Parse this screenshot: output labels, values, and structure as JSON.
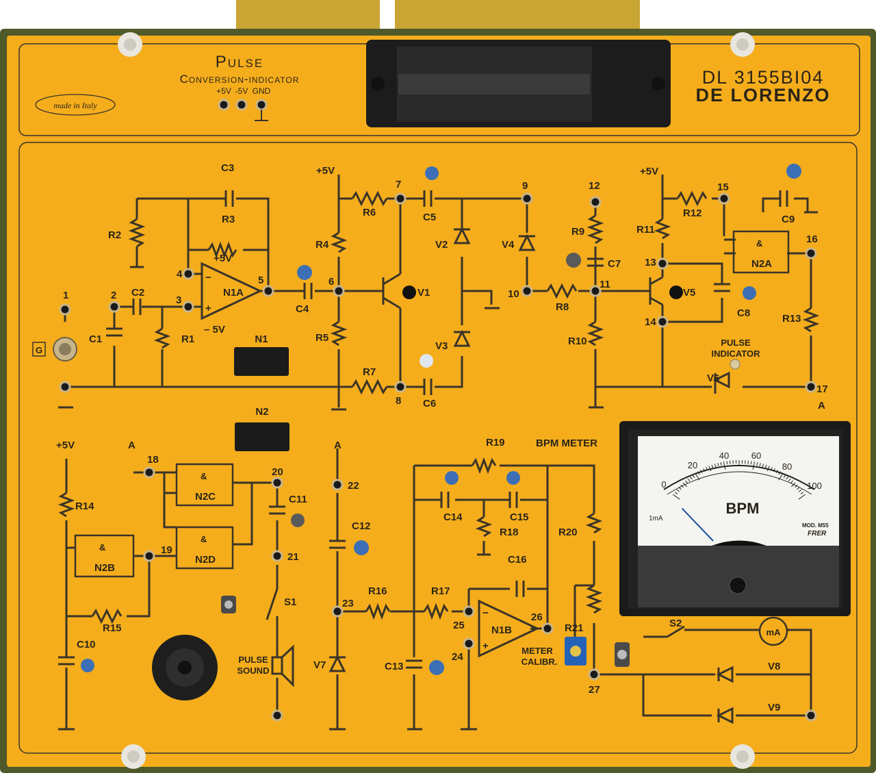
{
  "header": {
    "title": "Pulse",
    "subtitle": "Conversion-indicator",
    "origin": "made in Italy",
    "model": "DL 3155BI04",
    "brand": "DE LORENZO",
    "supply_labels": [
      "+5V",
      "-5V",
      "GND"
    ]
  },
  "input": {
    "generator_label": "G"
  },
  "nodes": [
    "1",
    "2",
    "3",
    "4",
    "5",
    "6",
    "7",
    "8",
    "9",
    "10",
    "11",
    "12",
    "13",
    "14",
    "15",
    "16",
    "17",
    "18",
    "19",
    "20",
    "21",
    "22",
    "23",
    "24",
    "25",
    "26",
    "27"
  ],
  "components": {
    "resistors": [
      "R1",
      "R2",
      "R3",
      "R4",
      "R5",
      "R6",
      "R7",
      "R8",
      "R9",
      "R10",
      "R11",
      "R12",
      "R13",
      "R14",
      "R15",
      "R16",
      "R17",
      "R18",
      "R19",
      "R20",
      "R21"
    ],
    "capacitors": [
      "C1",
      "C2",
      "C3",
      "C4",
      "C5",
      "C6",
      "C7",
      "C8",
      "C9",
      "C10",
      "C11",
      "C12",
      "C13",
      "C14",
      "C15",
      "C16"
    ],
    "diodes": [
      "V2",
      "V3",
      "V4",
      "V6",
      "V7",
      "V8",
      "V9"
    ],
    "transistors": [
      "V1",
      "V5"
    ],
    "opamps": [
      "N1A",
      "N1B"
    ],
    "gates": [
      "N2A",
      "N2B",
      "N2C",
      "N2D"
    ],
    "ics": [
      "N1",
      "N2"
    ],
    "switches": [
      "S1",
      "S2"
    ]
  },
  "labels": {
    "plus5v": "+5V",
    "minus5v": "– 5V",
    "rail_a": "A",
    "pulse_indicator_line1": "PULSE",
    "pulse_indicator_line2": "INDICATOR",
    "pulse_sound_line1": "PULSE",
    "pulse_sound_line2": "SOUND",
    "meter_calibr_line1": "METER",
    "meter_calibr_line2": "CALIBR.",
    "bpm_meter": "BPM METER",
    "ma": "mA",
    "gate_symbol": "&"
  },
  "meter": {
    "unit": "BPM",
    "scale": [
      "0",
      "20",
      "40",
      "60",
      "80",
      "100"
    ],
    "range": "1mA",
    "model": "MOD. M55",
    "maker": "FRER",
    "needle_value": 0
  },
  "colors": {
    "board": "#f5ad1c",
    "pcb_edge": "#4f5a2a",
    "print": "#3a3428",
    "connector": "#c9a533"
  }
}
